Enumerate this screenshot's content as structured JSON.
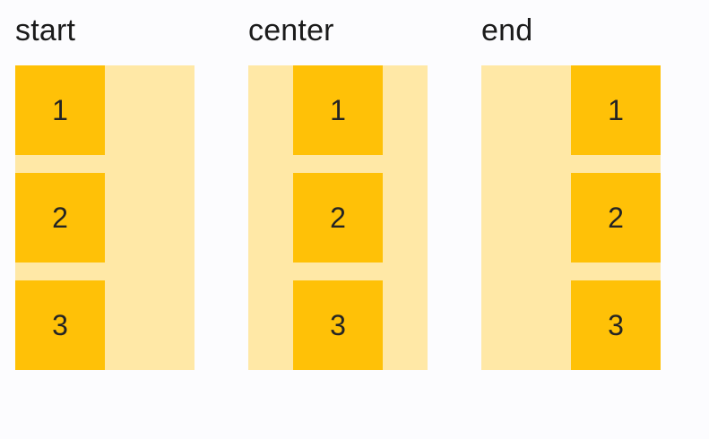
{
  "colors": {
    "background": "#FCFCFE",
    "container": "#FFE8A6",
    "box": "#FFC107",
    "label_text": "#1B1B1B",
    "box_text": "#242424"
  },
  "panels": [
    {
      "label": "start",
      "alignment": "start",
      "items": [
        "1",
        "2",
        "3"
      ]
    },
    {
      "label": "center",
      "alignment": "center",
      "items": [
        "1",
        "2",
        "3"
      ]
    },
    {
      "label": "end",
      "alignment": "end",
      "items": [
        "1",
        "2",
        "3"
      ]
    }
  ]
}
